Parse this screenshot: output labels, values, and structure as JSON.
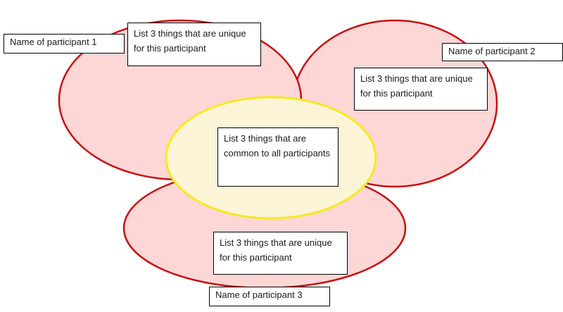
{
  "colors": {
    "petal_fill": "#fdd6d6",
    "petal_stroke": "#c80f0f",
    "center_fill": "#fbf4d6",
    "center_stroke": "#f5ea1e"
  },
  "participants": [
    {
      "name": "Name of participant 1",
      "unique": "List 3 things that are unique for this participant"
    },
    {
      "name": "Name of participant 2",
      "unique": "List 3 things that are unique for this participant"
    },
    {
      "name": "Name of participant 3",
      "unique": "List 3 things that are unique for this participant"
    }
  ],
  "common": "List 3 things that are common to all participants"
}
